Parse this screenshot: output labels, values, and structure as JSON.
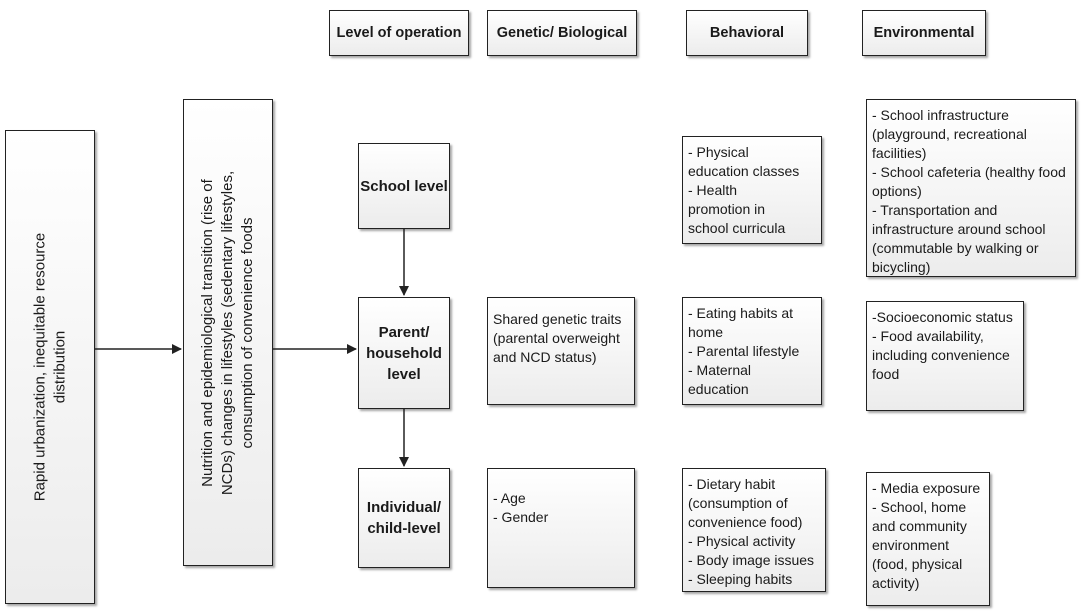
{
  "headers": {
    "level": "Level of operation",
    "genetic": "Genetic/ Biological",
    "behavioral": "Behavioral",
    "environmental": "Environmental"
  },
  "drivers": {
    "urbanization": [
      "Rapid urbanization, inequitable resource",
      "distribution"
    ],
    "transition": [
      "Nutrition and epidemiological transition (rise of",
      "NCDs) changes in lifestyles (sedentary lifestyles,",
      "consumption of convenience foods"
    ]
  },
  "levels": {
    "school": [
      "School level"
    ],
    "parent": [
      "Parent/",
      "household",
      "level"
    ],
    "individual": [
      "Individual/",
      "child-level"
    ]
  },
  "genetic": {
    "parent": [
      "Shared genetic traits",
      "(parental overweight",
      "and NCD status)"
    ],
    "individual": [
      "- Age",
      "- Gender"
    ]
  },
  "behavioral": {
    "school": [
      "- Physical",
      "education classes",
      "- Health",
      "promotion in",
      "school curricula"
    ],
    "parent": [
      "- Eating habits at",
      "home",
      "- Parental lifestyle",
      "- Maternal",
      "education"
    ],
    "individual": [
      "- Dietary habit",
      "(consumption of",
      "convenience food)",
      "- Physical activity",
      "- Body image issues",
      "- Sleeping habits"
    ]
  },
  "environmental": {
    "school": [
      "- School infrastructure",
      "(playground, recreational",
      "facilities)",
      "- School cafeteria (healthy food",
      "options)",
      "- Transportation and",
      "infrastructure around school",
      "(commutable by walking or",
      "bicycling)"
    ],
    "parent": [
      "-Socioeconomic status",
      "- Food availability,",
      "including convenience",
      "food"
    ],
    "individual": [
      "- Media exposure",
      "- School, home",
      "and community",
      "environment",
      "(food, physical",
      "activity)"
    ]
  }
}
